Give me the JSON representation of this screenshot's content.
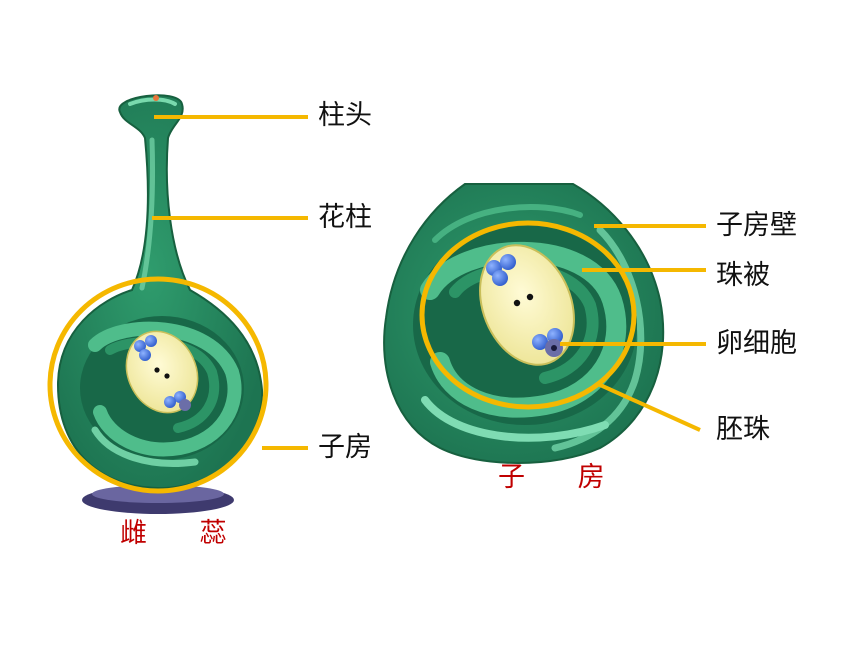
{
  "pistil": {
    "labels": {
      "stigma": "柱头",
      "style": "花柱",
      "ovary": "子房"
    },
    "caption": "雌 蕊"
  },
  "ovary_detail": {
    "labels": {
      "ovary_wall": "子房壁",
      "integument": "珠被",
      "egg_cell": "卵细胞",
      "ovule": "胚珠"
    },
    "caption": "子 房"
  },
  "colors": {
    "tissue_dark": "#1f7a55",
    "tissue_mid": "#2e9a6c",
    "tissue_light": "#5cc497",
    "embryo_sac": "#f7f2b0",
    "leader_line": "#f5b800",
    "nucleus": "#3f6fd8",
    "receptacle": "#3e3a6e",
    "caption": "#c00000"
  }
}
